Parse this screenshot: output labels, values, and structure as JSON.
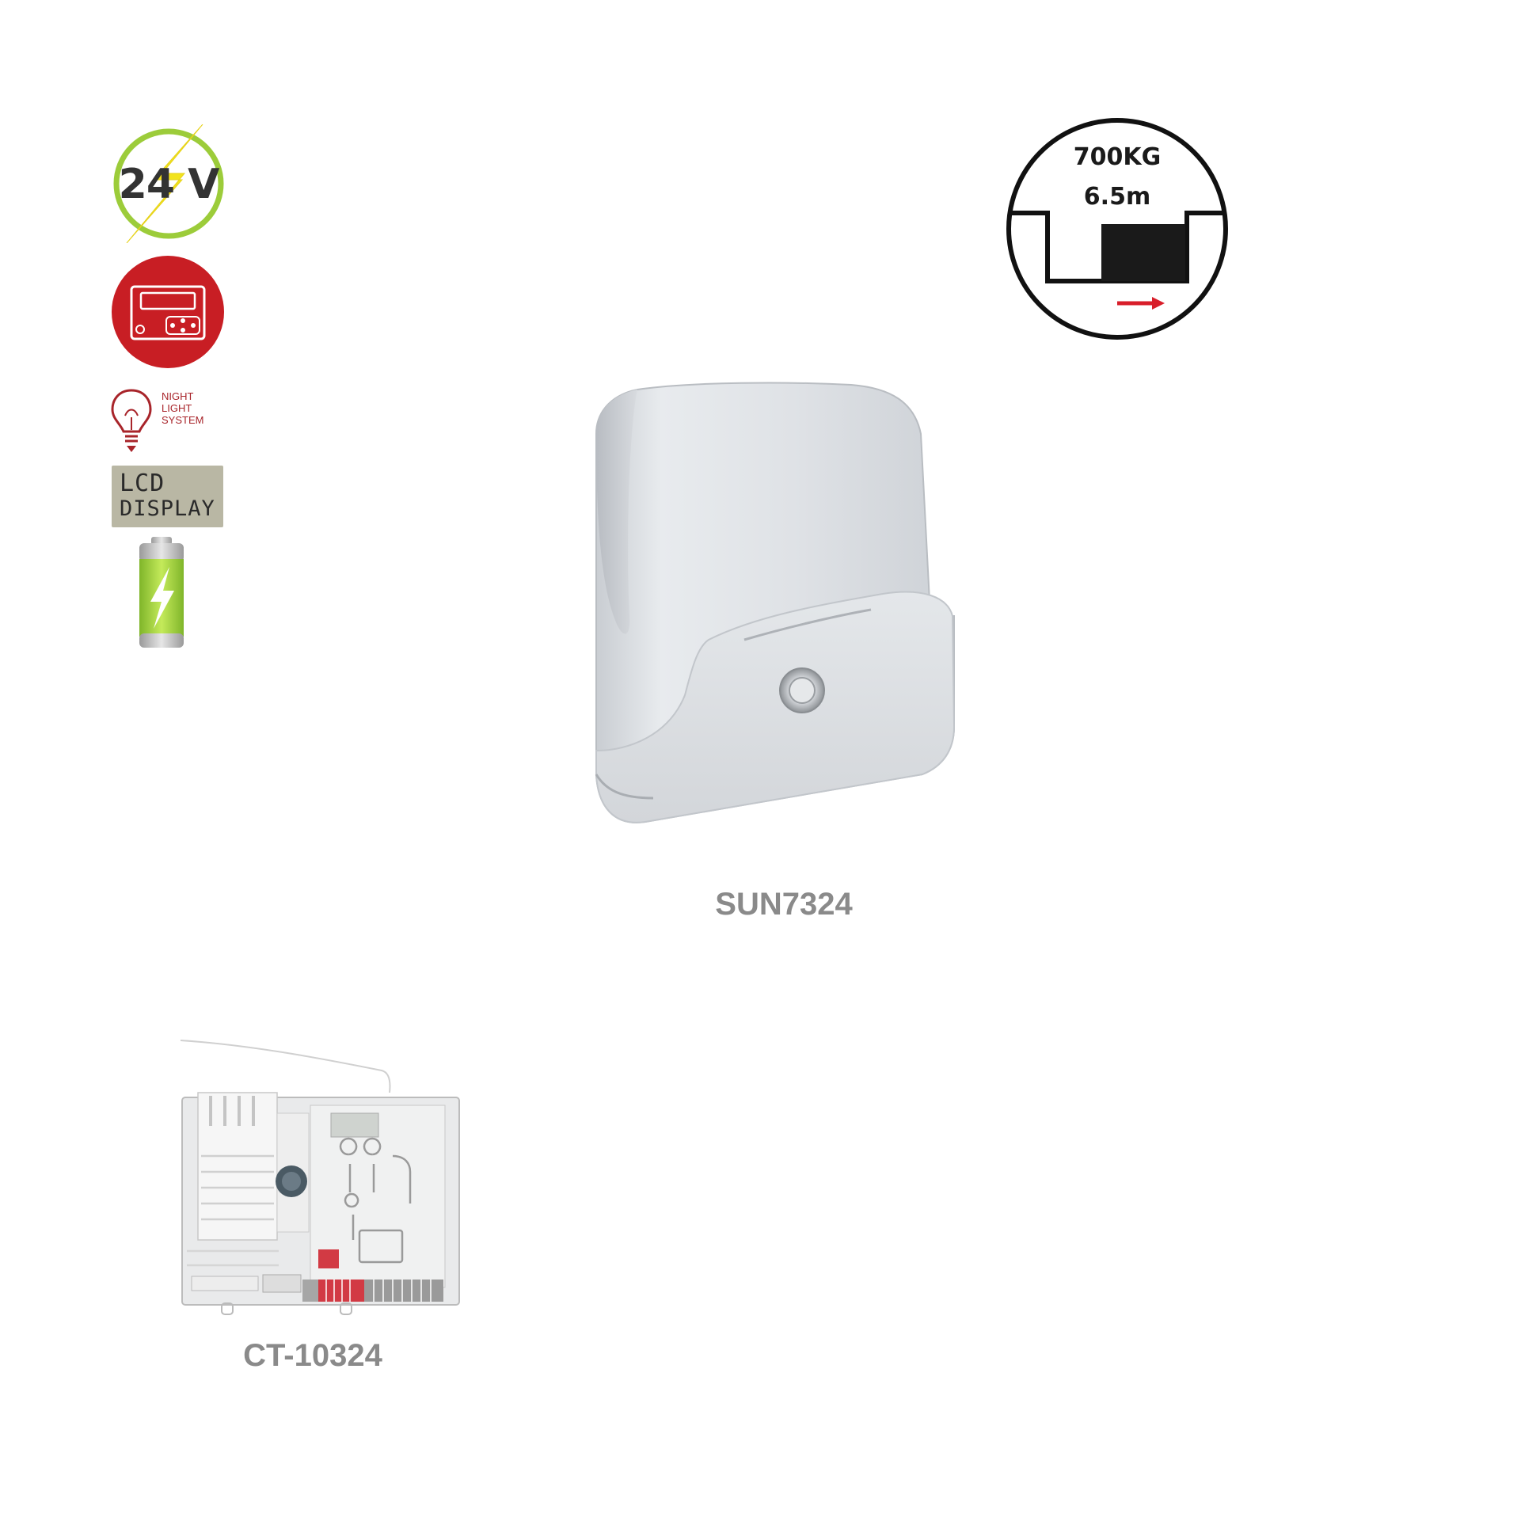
{
  "features": {
    "voltage": {
      "label": "24 V",
      "icon": "voltage-24v-icon"
    },
    "control_panel": {
      "icon": "control-panel-icon"
    },
    "night_light": {
      "lines": [
        "NIGHT",
        "LIGHT",
        "SYSTEM"
      ],
      "icon": "night-light-bulb-icon"
    },
    "lcd_display": {
      "line1": "LCD",
      "line2": "DISPLAY",
      "icon": "lcd-display-icon"
    },
    "battery": {
      "icon": "battery-icon"
    }
  },
  "spec": {
    "weight": "700KG",
    "length": "6.5m",
    "icon": "sliding-gate-icon"
  },
  "products": {
    "motor": {
      "model": "SUN7324",
      "icon": "gate-motor-image"
    },
    "board": {
      "model": "CT-10324",
      "icon": "control-board-image"
    }
  },
  "colors": {
    "accent_red": "#c81e24",
    "lime": "#9ccc3a",
    "yellow": "#f2e31c",
    "label_gray": "#8a8a8a"
  }
}
